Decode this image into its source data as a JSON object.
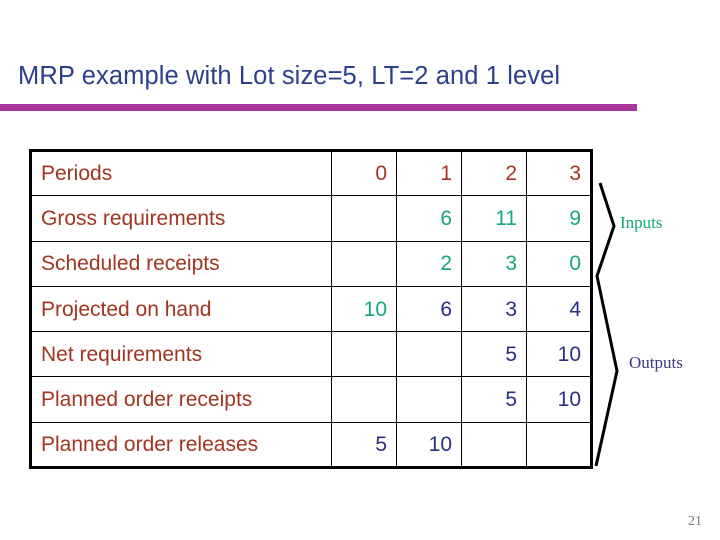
{
  "slide": {
    "title": "MRP example with Lot size=5, LT=2 and 1 level",
    "title_color": "#2b3f8c",
    "rule_color": "#a6359c",
    "page_number": "21"
  },
  "annotations": {
    "inputs_label": "Inputs",
    "inputs_color": "#13a67f",
    "outputs_label": "Outputs",
    "outputs_color": "#3b3a7e",
    "brace_color": "#000000"
  },
  "chart_data": {
    "type": "table",
    "title": "MRP example with Lot size=5, LT=2 and 1 level",
    "row_label_header": "Periods",
    "categories": [
      "0",
      "1",
      "2",
      "3"
    ],
    "label_color": "#a03520",
    "period_color": "#a03520",
    "input_value_color": "#13a67f",
    "output_value_color": "#2b2f80",
    "rows": [
      {
        "label": "Periods",
        "group": "header",
        "cells": [
          {
            "v": "0",
            "color": "period"
          },
          {
            "v": "1",
            "color": "period"
          },
          {
            "v": "2",
            "color": "period"
          },
          {
            "v": "3",
            "color": "period"
          }
        ]
      },
      {
        "label": "Gross requirements",
        "group": "input",
        "cells": [
          {
            "v": "",
            "color": "input"
          },
          {
            "v": "6",
            "color": "input"
          },
          {
            "v": "11",
            "color": "input"
          },
          {
            "v": "9",
            "color": "input"
          }
        ]
      },
      {
        "label": "Scheduled receipts",
        "group": "input",
        "cells": [
          {
            "v": "",
            "color": "input"
          },
          {
            "v": "2",
            "color": "input"
          },
          {
            "v": "3",
            "color": "input"
          },
          {
            "v": "0",
            "color": "input"
          }
        ]
      },
      {
        "label": "Projected on hand",
        "group": "mixed",
        "cells": [
          {
            "v": "10",
            "color": "input"
          },
          {
            "v": "6",
            "color": "output"
          },
          {
            "v": "3",
            "color": "output"
          },
          {
            "v": "4",
            "color": "output"
          }
        ]
      },
      {
        "label": "Net requirements",
        "group": "output",
        "cells": [
          {
            "v": "",
            "color": "output"
          },
          {
            "v": "",
            "color": "output"
          },
          {
            "v": "5",
            "color": "output"
          },
          {
            "v": "10",
            "color": "output"
          }
        ]
      },
      {
        "label": "Planned order receipts",
        "group": "output",
        "cells": [
          {
            "v": "",
            "color": "output"
          },
          {
            "v": "",
            "color": "output"
          },
          {
            "v": "5",
            "color": "output"
          },
          {
            "v": "10",
            "color": "output"
          }
        ]
      },
      {
        "label": "Planned order releases",
        "group": "output",
        "cells": [
          {
            "v": "5",
            "color": "output"
          },
          {
            "v": "10",
            "color": "output"
          },
          {
            "v": "",
            "color": "output"
          },
          {
            "v": "",
            "color": "output"
          }
        ]
      }
    ]
  }
}
